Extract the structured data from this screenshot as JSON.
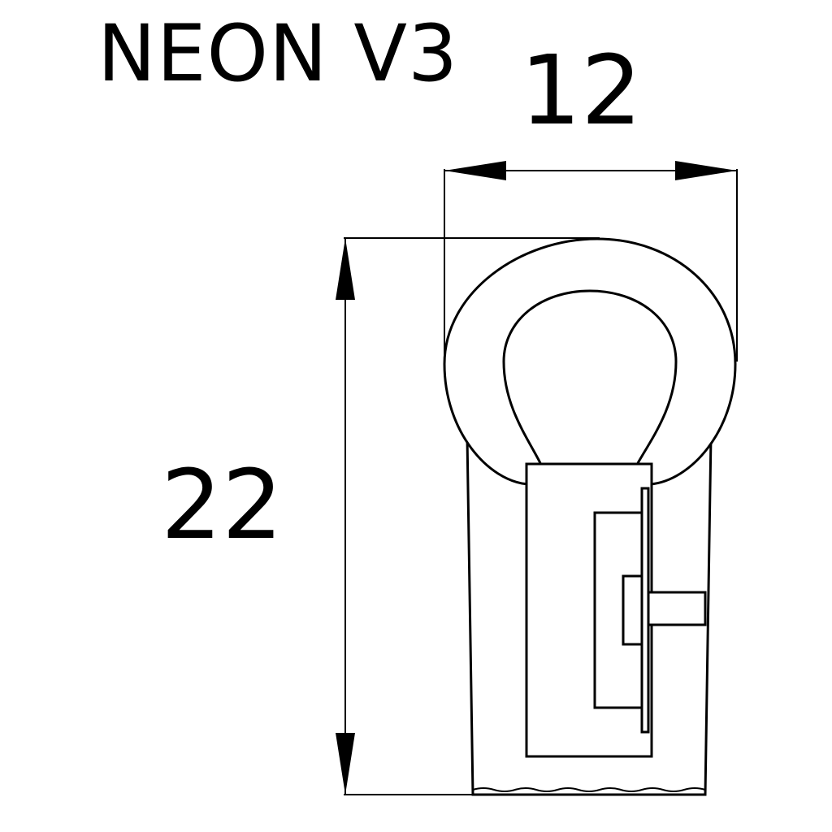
{
  "title": "NEON V3",
  "dimensions": {
    "width_label": "12",
    "height_label": "22"
  },
  "icons": {
    "profile": "neon-profile-cross-section-icon"
  }
}
